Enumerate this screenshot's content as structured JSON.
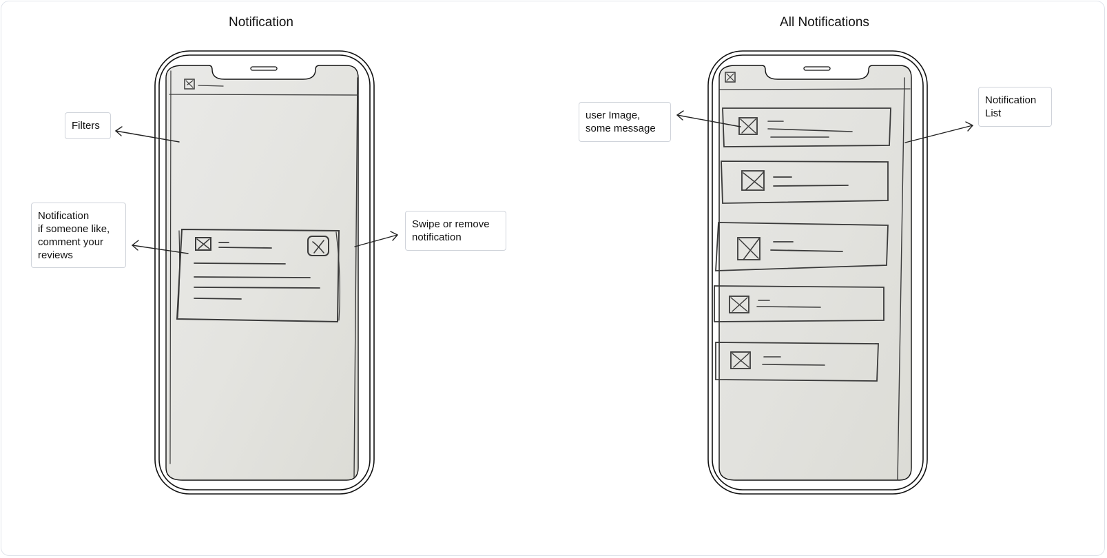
{
  "screens": [
    {
      "id": "left",
      "title": "Notification"
    },
    {
      "id": "right",
      "title": "All Notifications"
    }
  ],
  "annotations": {
    "filters": "Filters",
    "notification_desc": "Notification\nif someone like,\ncomment your\nreviews",
    "swipe_remove": "Swipe or remove\nnotification",
    "user_image_msg": "user Image,\nsome message",
    "notification_list": "Notification\nList"
  },
  "colors": {
    "paper": "#e6e6e2",
    "ink": "#3a3a3a",
    "frame": "#111111",
    "note_border": "#cfd3da"
  }
}
